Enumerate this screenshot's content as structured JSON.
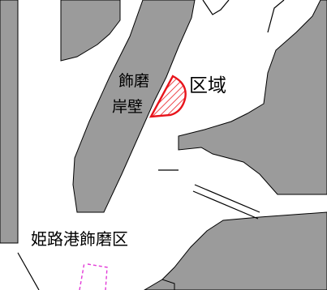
{
  "map": {
    "labels": {
      "wharf_line1": "飾磨",
      "wharf_line2": "岸壁",
      "area": "区域",
      "district": "姫路港飾磨区"
    },
    "colors": {
      "land": "#9b9b9b",
      "water": "#ffffff",
      "outline": "#000000",
      "highlight": "#e8141b",
      "dashed_marker": "#e23ad7"
    },
    "legend_items": []
  }
}
